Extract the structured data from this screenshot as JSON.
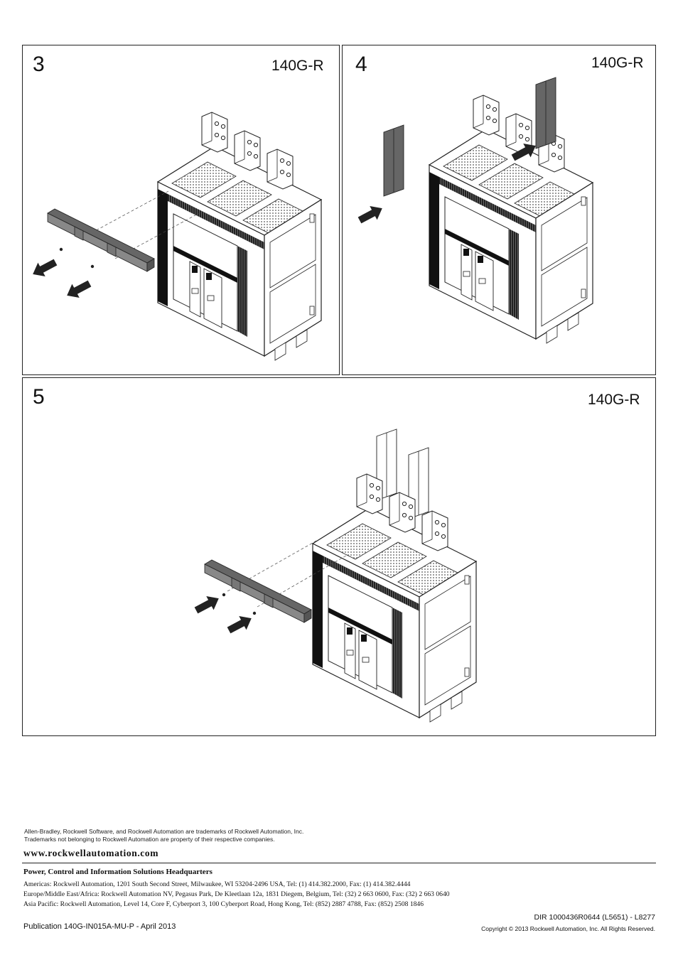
{
  "panels": [
    {
      "step": "3",
      "model": "140G-R"
    },
    {
      "step": "4",
      "model": "140G-R"
    },
    {
      "step": "5",
      "model": "140G-R"
    }
  ],
  "footer": {
    "trademark_line1": "Allen-Bradley, Rockwell Software, and Rockwell Automation are trademarks of Rockwell Automation, Inc.",
    "trademark_line2": "Trademarks not belonging to Rockwell Automation are property of their respective companies.",
    "website": "www.rockwellautomation.com",
    "hq_title": "Power, Control and Information Solutions Headquarters",
    "addresses": [
      "Americas: Rockwell Automation, 1201 South Second Street, Milwaukee, WI 53204-2496 USA, Tel: (1) 414.382.2000, Fax: (1) 414.382.4444",
      "Europe/Middle East/Africa: Rockwell Automation NV, Pegasus Park, De Kleetlaan 12a, 1831 Diegem, Belgium, Tel: (32) 2 663 0600, Fax: (32) 2 663 0640",
      "Asia Pacific: Rockwell Automation, Level 14, Core F, Cyberport 3, 100 Cyberport Road, Hong Kong, Tel: (852) 2887 4788, Fax: (852) 2508 1846"
    ],
    "dir": "DIR 1000436R0644 (L5651) - L8277",
    "publication": "Publication 140G-IN015A-MU-P - April 2013",
    "copyright": "Copyright © 2013 Rockwell Automation, Inc. All Rights Reserved."
  }
}
